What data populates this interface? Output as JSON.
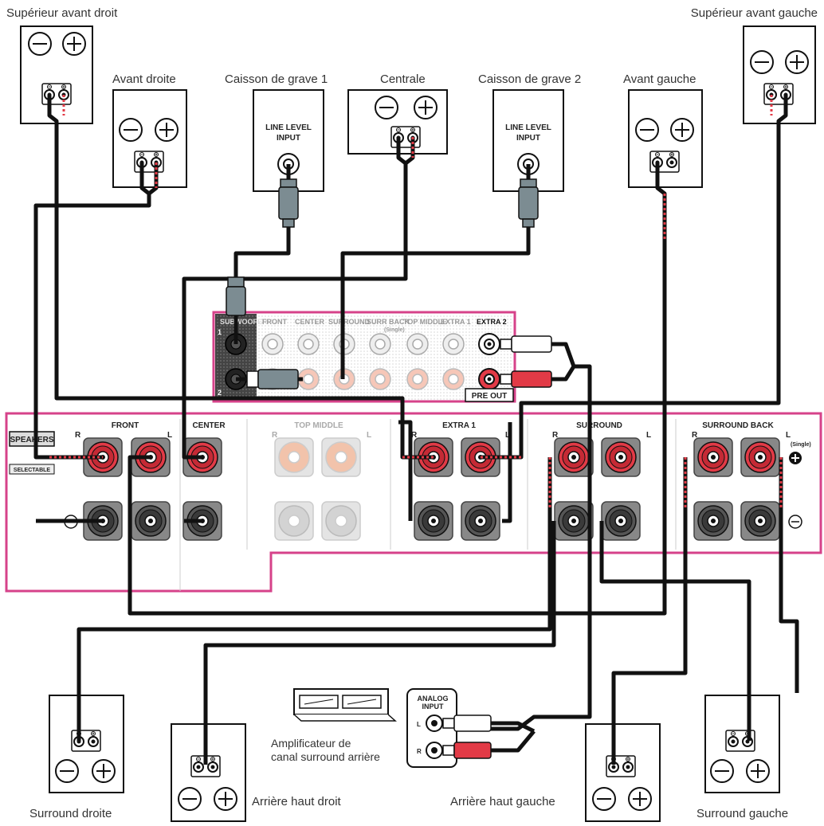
{
  "speakers": {
    "top_front_right": "Supérieur avant droit",
    "top_front_left": "Supérieur avant gauche",
    "front_right": "Avant droite",
    "front_left": "Avant gauche",
    "subwoofer_1": "Caisson de grave 1",
    "subwoofer_2": "Caisson de grave 2",
    "center": "Centrale",
    "surround_right": "Surround droite",
    "surround_left": "Surround gauche",
    "rear_high_right": "Arrière haut droit",
    "rear_high_left": "Arrière haut gauche"
  },
  "subwoofer_input_label_1": "LINE LEVEL",
  "subwoofer_input_label_2": "INPUT",
  "amplifier": {
    "label_1": "Amplificateur de",
    "label_2": "canal surround arrière",
    "input_title_1": "ANALOG",
    "input_title_2": "INPUT",
    "input_l": "L",
    "input_r": "R"
  },
  "pre_out": {
    "title": "PRE OUT",
    "subwoofer": "SUBWOOFER",
    "sub_1": "1",
    "sub_2": "2",
    "front": "FRONT",
    "center": "CENTER",
    "surround": "SURROUND",
    "surr_back": "SURR BACK",
    "single": "(Single)",
    "top_middle": "TOP MIDDLE",
    "extra1": "EXTRA 1",
    "extra2": "EXTRA 2"
  },
  "terminals": {
    "front": "FRONT",
    "center": "CENTER",
    "top_middle": "TOP MIDDLE",
    "extra1": "EXTRA 1",
    "surround": "SURROUND",
    "surround_back": "SURROUND BACK",
    "speakers_tag": "SPEAKERS",
    "selectable_tag": "SELECTABLE",
    "r": "R",
    "l": "L",
    "single": "(Single)"
  },
  "colors": {
    "accent_pink": "#d6428a",
    "red": "#e23a46",
    "gray_jack": "#7c8c92"
  }
}
